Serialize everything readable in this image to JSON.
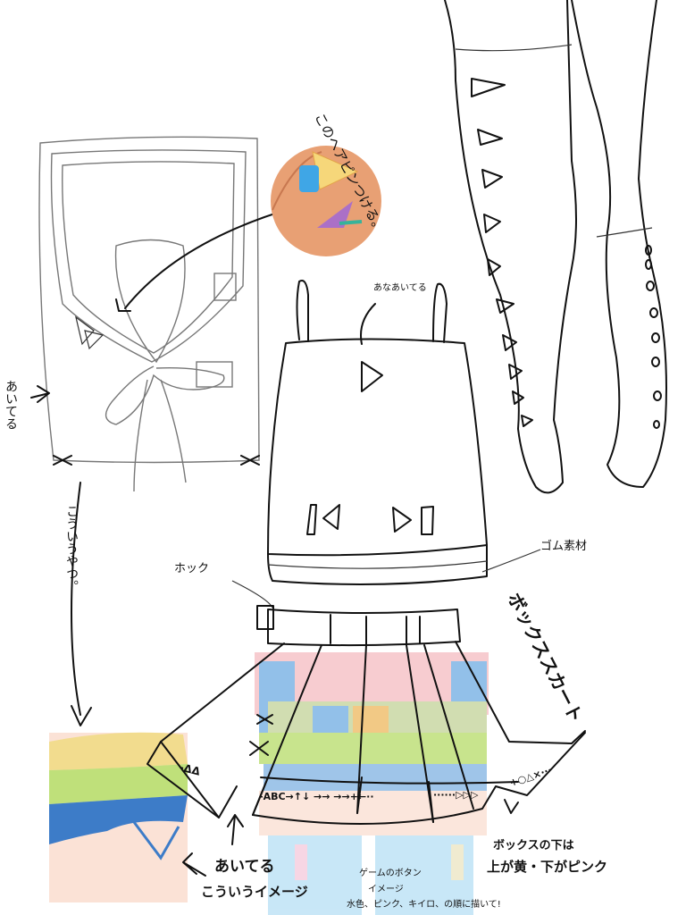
{
  "annotations": {
    "hairpin_note": "このヘアピンつける。",
    "hole_note": "あなあいてる",
    "open_side_note": "あいてる",
    "this_kind_note": "こういうやつ。",
    "hook_note": "ホック",
    "rubber_note": "ゴム素材",
    "box_skirt_note": "ボックススカート",
    "skirt_band_symbols_left": "-ΔΔ",
    "skirt_band_text_center": "-ABC→↑↓ →→ →→+←··",
    "skirt_band_text_right": "······▷▷▷",
    "skirt_band_text_far_right": "+○△×···",
    "open_image_note_1": "あいてる",
    "open_image_note_2": "こういうイメージ",
    "game_button_note_1": "ゲームのボタン",
    "game_button_note_2": "イメージ",
    "game_button_note_3": "水色、ピンク、キイロ、の順に描いて!",
    "box_under_note_1": "ボックスの下は",
    "box_under_note_2": "上が黄・下がピンク"
  },
  "colors": {
    "hair": "#e8a074",
    "pin_blue": "#3fa6e6",
    "pin_yellow": "#f6d77a",
    "pin_purple": "#a46ad0",
    "skirt_pink": "#f6c4c8",
    "skirt_green": "#bfe07a",
    "skirt_blue": "#7fb6e6",
    "leg_blue": "#bfe3f6",
    "skin": "#fbe2d6",
    "band_yellow": "#f2dc8e"
  }
}
